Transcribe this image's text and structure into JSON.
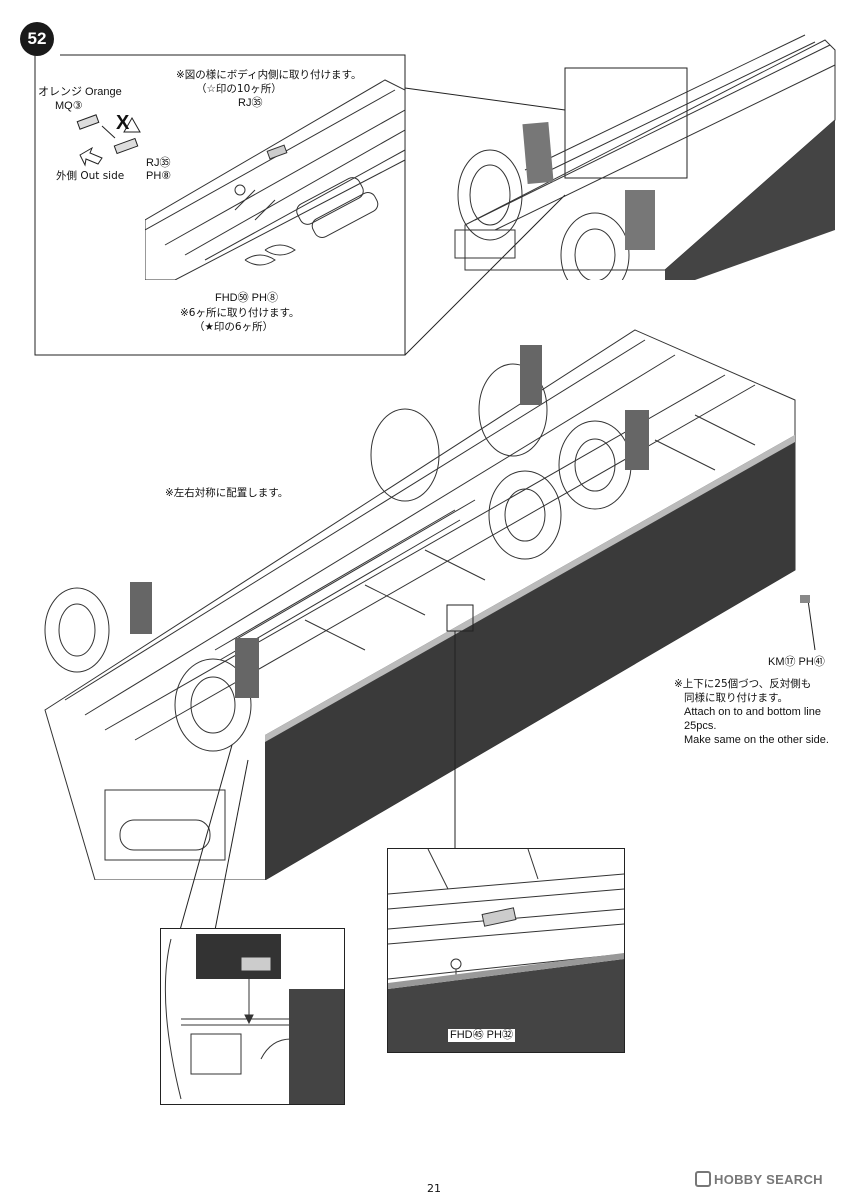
{
  "page": {
    "step_number": "52",
    "page_number": "21"
  },
  "watermark": "HOBBY SEARCH",
  "top_left_panel": {
    "color_label": "オレンジ Orange",
    "part_mq": "MQ③",
    "wrong_mark": "X",
    "part_rj": "RJ㉟",
    "sprue_ph8": "PH⑧",
    "outside_label": "外側 Out side",
    "note_inside_1": "※図の様にボディ内側に取り付けます。",
    "note_inside_2": "（☆印の10ヶ所）",
    "rj_callout": "RJ㉟",
    "fhd_callout": "FHD㊿ PH⑧",
    "note_six_1": "※6ヶ所に取り付けます。",
    "note_six_2": "（★印の6ヶ所）"
  },
  "main": {
    "symmetric_note": "※左右対称に配置します。",
    "km_label": "KM⑰ PH㊶",
    "attach_jp_1": "※上下に25個づつ、反対側も",
    "attach_jp_2": "同様に取り付けます。",
    "attach_en_1": "Attach on to and bottom line",
    "attach_en_2": "25pcs.",
    "attach_en_3": "Make same on the other side."
  },
  "bottom_right_panel": {
    "fhd_label": "FHD㊺ PH㉜"
  }
}
